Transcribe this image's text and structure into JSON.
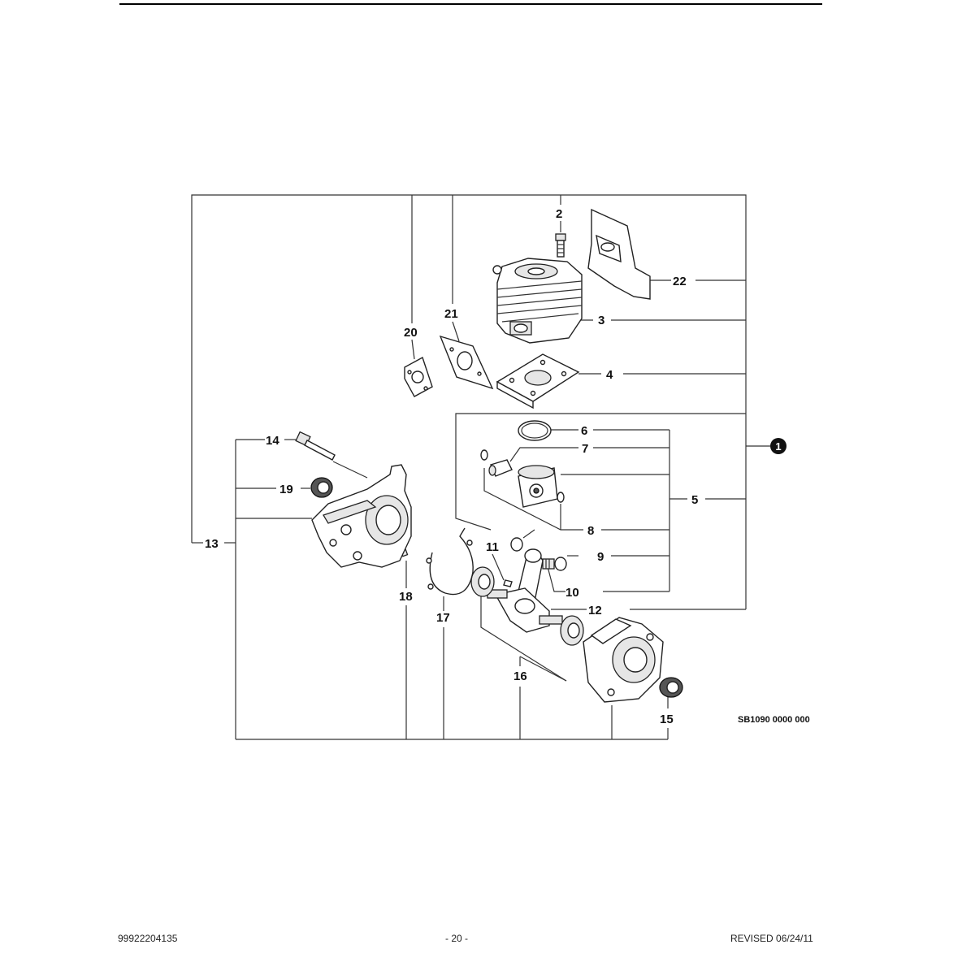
{
  "diagram_code": "SB1090 0000 000",
  "assembly_marker": "1",
  "callouts": [
    "2",
    "3",
    "4",
    "5",
    "6",
    "7",
    "8",
    "9",
    "10",
    "11",
    "12",
    "13",
    "14",
    "15",
    "16",
    "17",
    "18",
    "19",
    "20",
    "21",
    "22"
  ],
  "footer": {
    "left": "99922204135",
    "center": "- 20 -",
    "right": "REVISED 06/24/11"
  }
}
